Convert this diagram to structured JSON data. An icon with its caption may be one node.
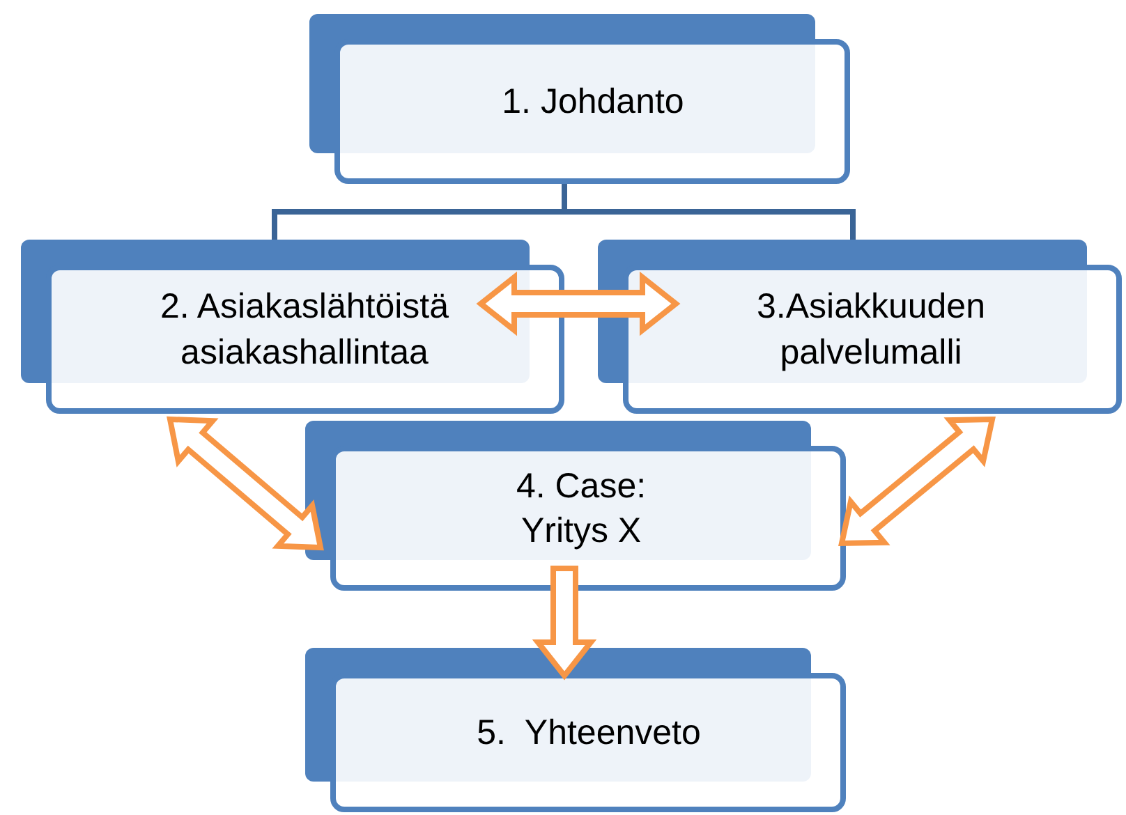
{
  "diagram": {
    "nodes": [
      {
        "text": [
          "1. Johdanto"
        ]
      },
      {
        "text": [
          "2. Asiakaslähtöistä asiakashallintaa"
        ]
      },
      {
        "text": [
          "3.Asiakkuuden palvelumalli"
        ]
      },
      {
        "text": [
          "4. Case: Yritys X"
        ]
      },
      {
        "text": [
          "5.  Yhteenveto"
        ]
      }
    ],
    "edges": [
      {
        "from": 0,
        "to": 1,
        "arrow": "none",
        "color": "#3a6496"
      },
      {
        "from": 0,
        "to": 2,
        "arrow": "none",
        "color": "#3a6496"
      },
      {
        "from": 1,
        "to": 2,
        "arrow": "both"
      },
      {
        "from": 1,
        "to": 3,
        "arrow": "both"
      },
      {
        "from": 2,
        "to": 3,
        "arrow": "both"
      },
      {
        "from": 3,
        "to": 4,
        "arrow": "to"
      }
    ]
  }
}
